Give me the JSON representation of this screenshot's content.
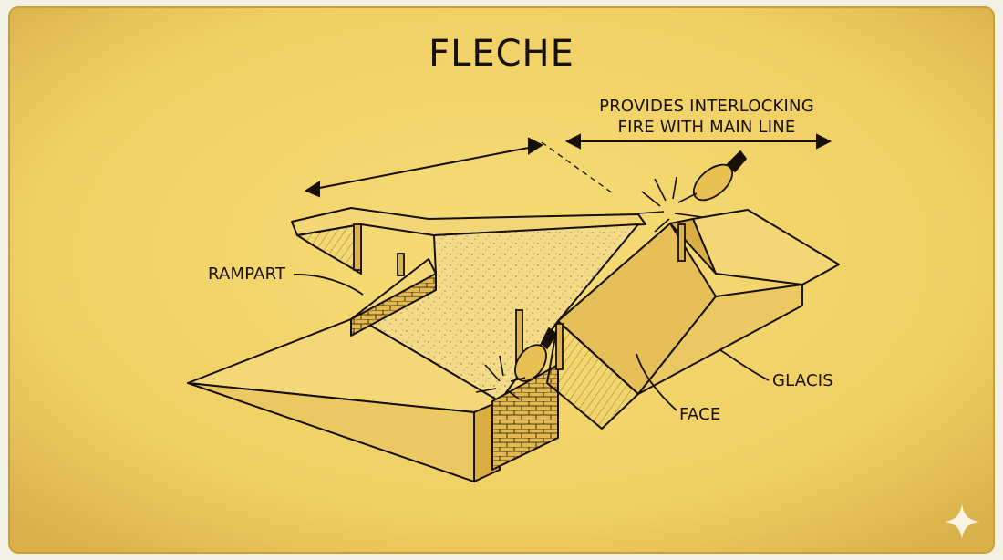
{
  "title": "FLECHE",
  "note": {
    "line1": "PROVIDES INTERLOCKING",
    "line2": "FIRE WITH MAIN LINE"
  },
  "labels": {
    "rampart": "RAMPART",
    "glacis": "GLACIS",
    "face": "FACE"
  },
  "colors": {
    "paper": "#f2d46c",
    "paper_edge": "#caa032",
    "ink": "#161008",
    "earth_light": "#f5dc82",
    "earth_mid": "#e8c35a",
    "earth_dark": "#d7aa40"
  },
  "icons": [
    "sparkle-icon"
  ]
}
